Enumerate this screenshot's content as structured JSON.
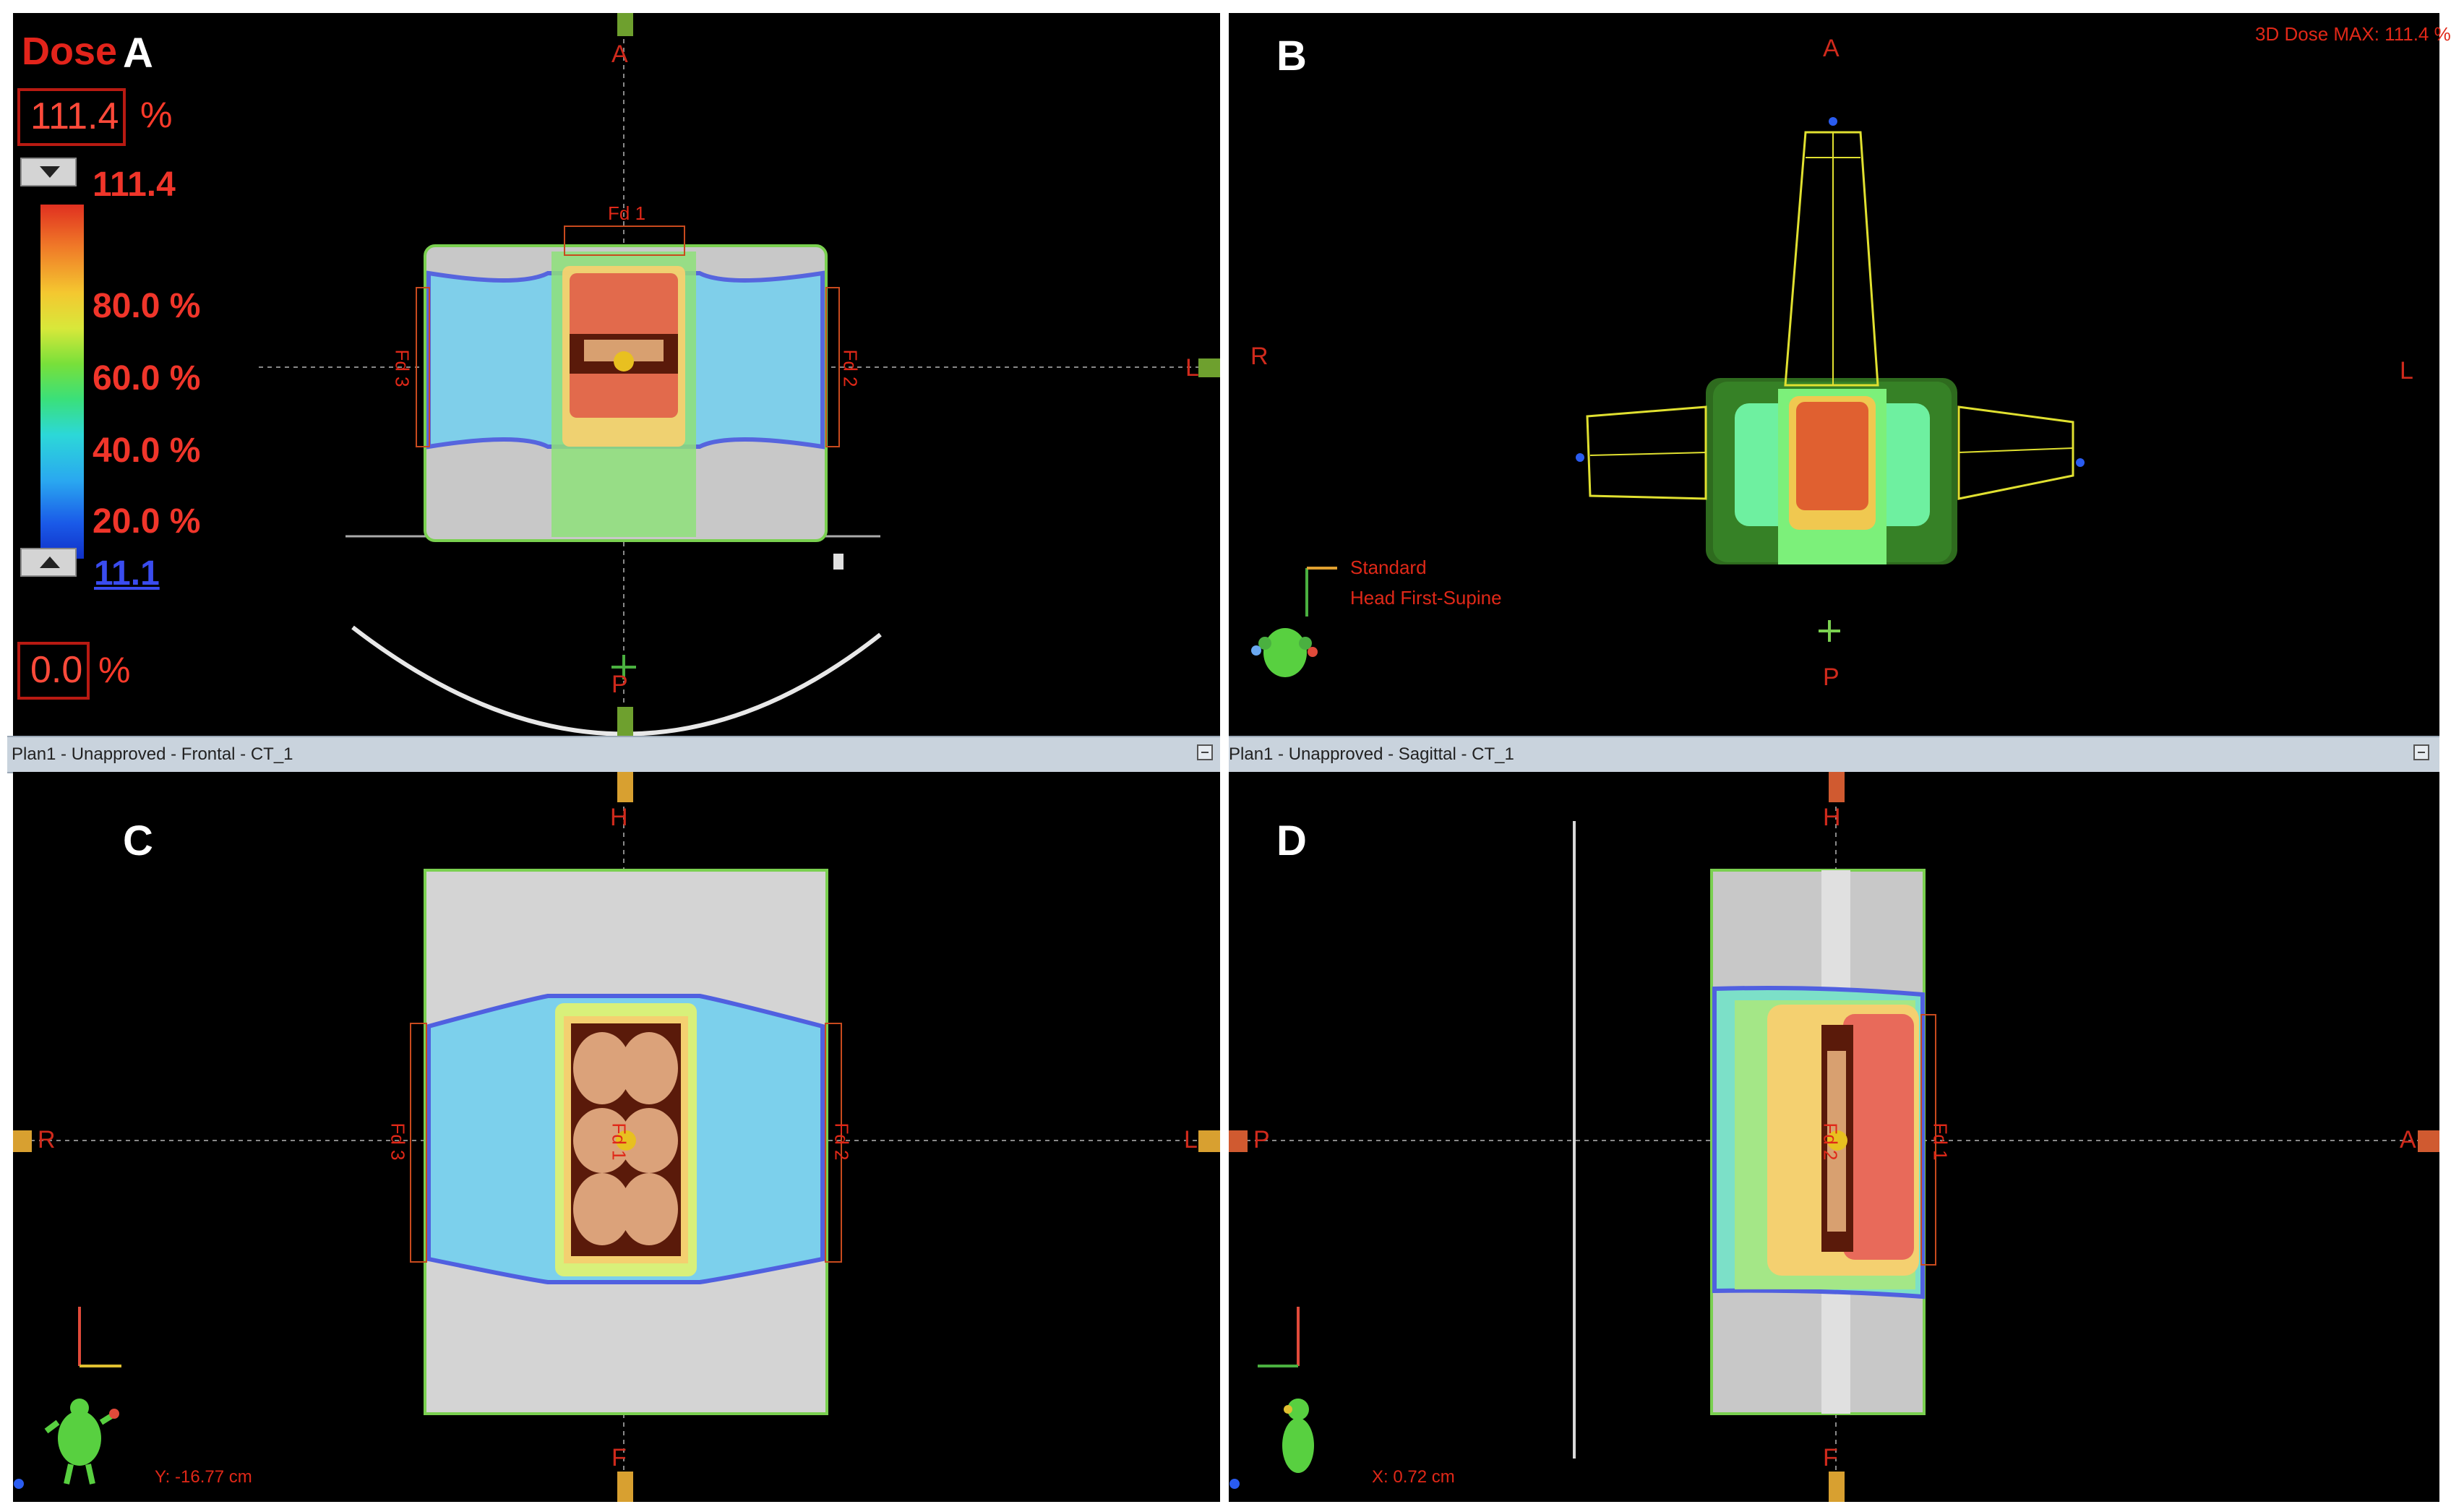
{
  "panels": {
    "a": {
      "letter": "A",
      "top": "A",
      "bottom": "P",
      "right": "L"
    },
    "b": {
      "letter": "B",
      "top": "A",
      "bottom": "P",
      "left": "R",
      "right": "L",
      "dose_max": "3D Dose MAX: 111.4 %",
      "orientation_line1": "Standard",
      "orientation_line2": "Head First-Supine"
    },
    "c": {
      "letter": "C",
      "top": "H",
      "bottom": "F",
      "left": "R",
      "right": "L",
      "coord": "Y: -16.77 cm"
    },
    "d": {
      "letter": "D",
      "top": "H",
      "bottom": "F",
      "left": "P",
      "right": "A",
      "coord": "X: 0.72 cm"
    }
  },
  "title_bars": {
    "frontal": "Plan1 - Unapproved - Frontal - CT_1",
    "sagittal": "Plan1 - Unapproved - Sagittal - CT_1"
  },
  "field_labels": {
    "fd1": "Fd 1",
    "fd2": "Fd 2",
    "fd3": "Fd 3"
  },
  "dose_legend": {
    "title": "Dose",
    "max_value": "111.4",
    "max_unit": "%",
    "top_label": "111.4",
    "levels": [
      "80.0 %",
      "60.0 %",
      "40.0 %",
      "20.0 %"
    ],
    "bottom_label": "11.1",
    "min_value": "0.0",
    "min_unit": "%"
  },
  "colors": {
    "background": "#000000",
    "label_red": "#e02818",
    "beam_yellow": "#e0e030",
    "high_dose": "#e05a3a",
    "low_dose_cyan": "#7cd0ec",
    "isodose_blue": "#5060e0"
  },
  "icons": [
    "scroll-down-arrow-icon",
    "scroll-up-arrow-icon",
    "maximize-icon",
    "patient-orientation-icon",
    "axes-icon"
  ]
}
